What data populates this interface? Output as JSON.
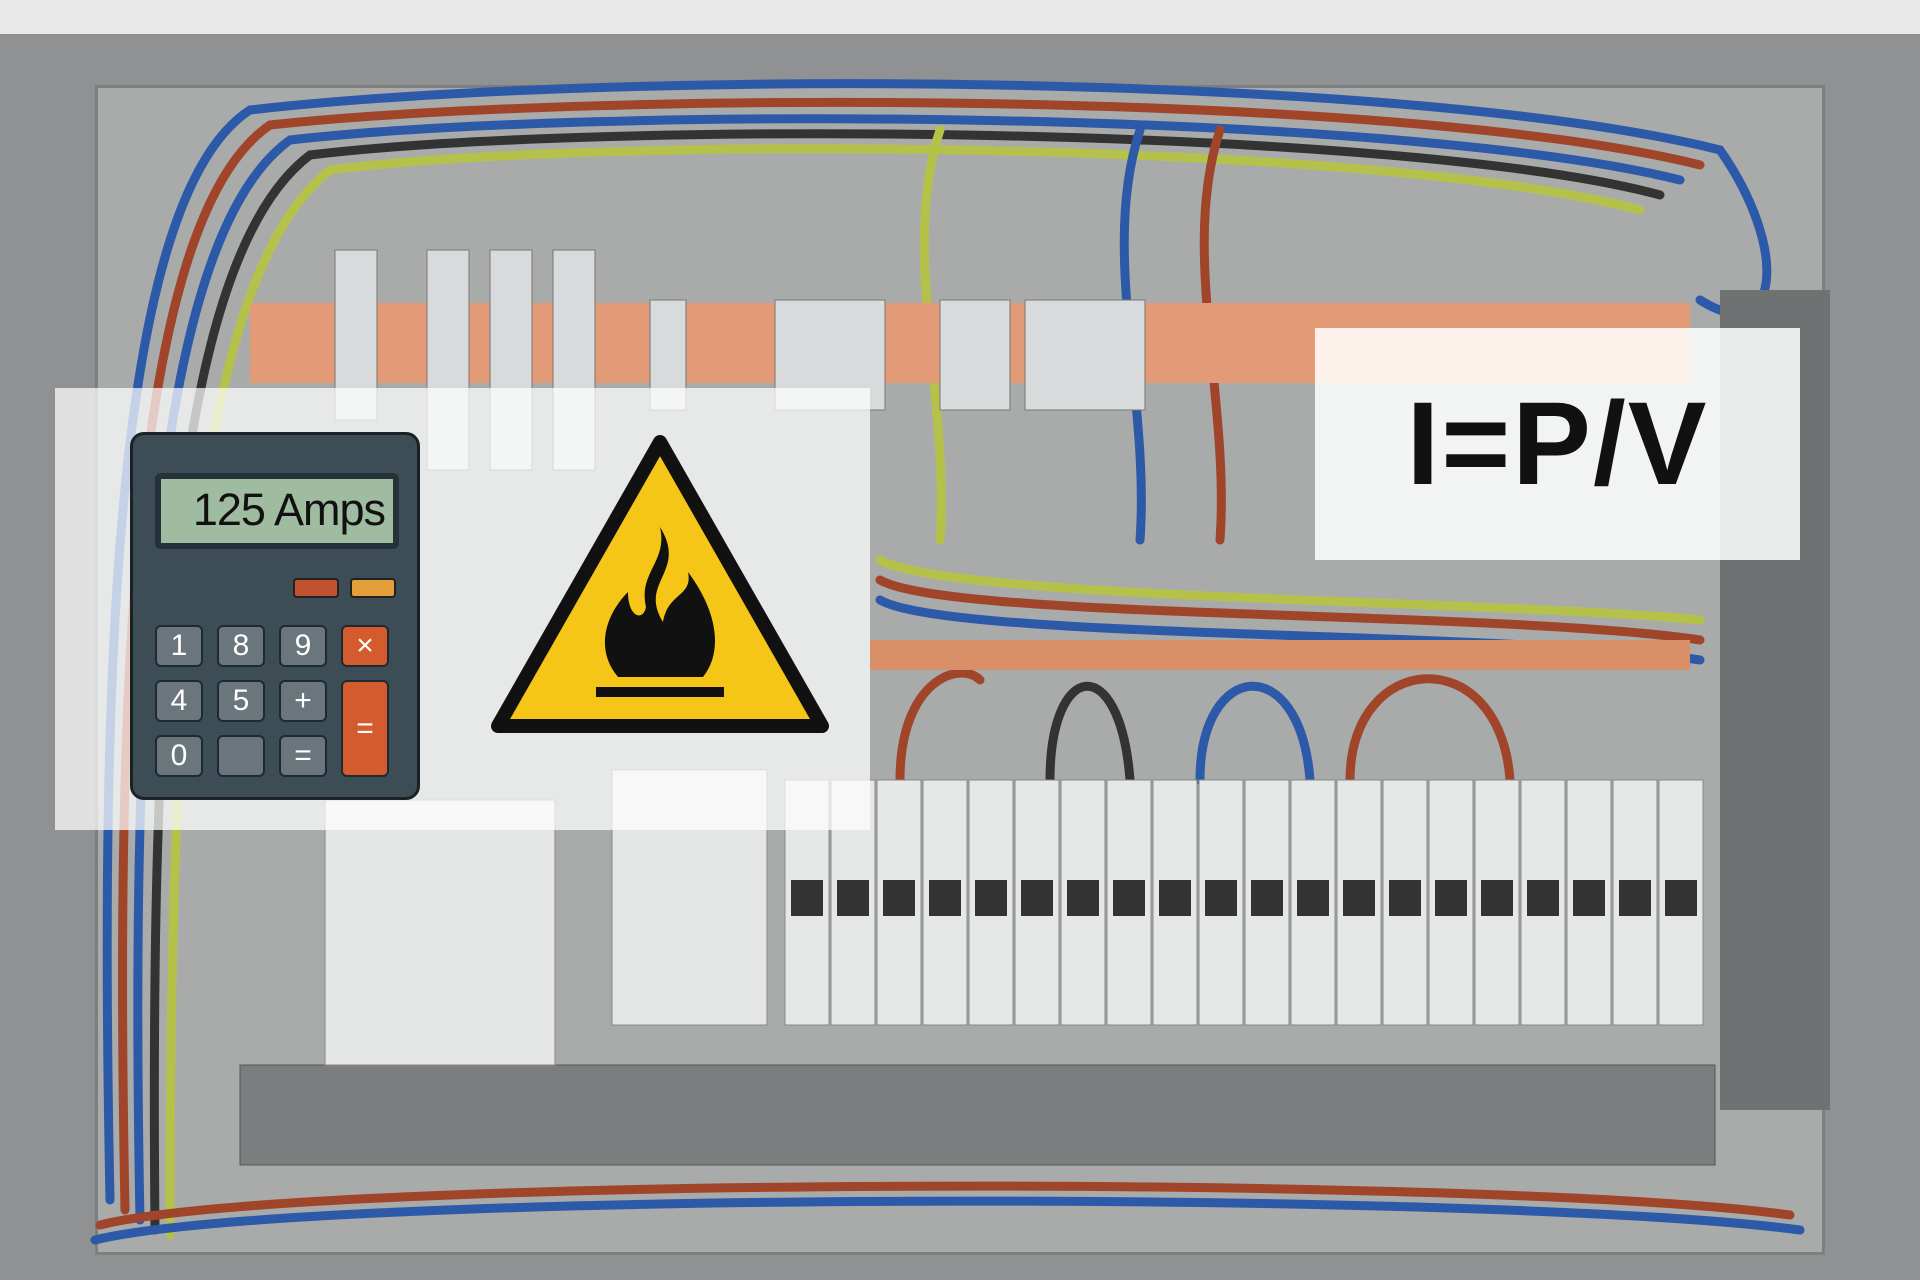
{
  "calculator": {
    "display": "125 Amps",
    "keys": [
      "1",
      "8",
      "9",
      "×",
      "4",
      "5",
      "+",
      "0",
      "",
      "=",
      "="
    ]
  },
  "formula": "I=P/V",
  "warning_sign": {
    "icon": "flammable-fire-icon",
    "color": "#f5c518"
  },
  "colors": {
    "busbar": "#e29b76",
    "wire_blue": "#2d5aa8",
    "wire_brown": "#a0452a",
    "wire_yellow_green": "#b5c24a"
  }
}
